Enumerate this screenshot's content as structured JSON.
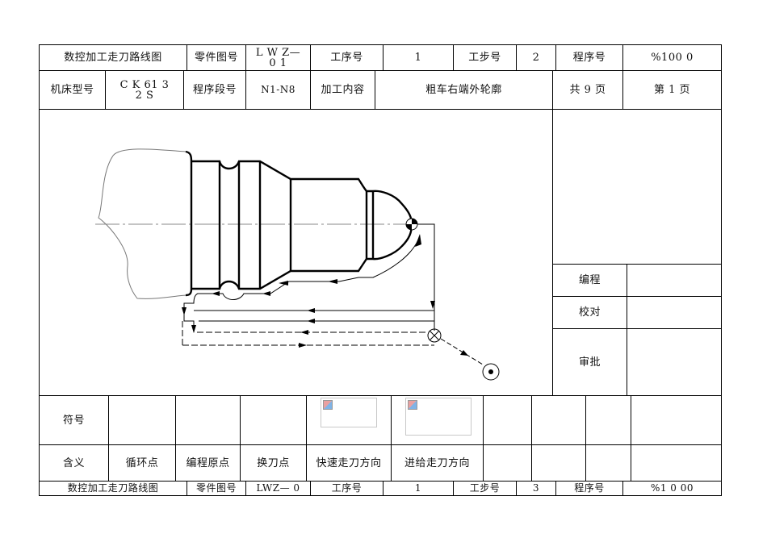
{
  "header_row1": {
    "route_map_label": "数控加工走刀路线图",
    "part_no_label": "零件图号",
    "part_no_value": "L W Z—\n0 1",
    "process_no_label": "工序号",
    "process_no_value": "1",
    "step_no_label": "工步号",
    "step_no_value": "2",
    "program_no_label": "程序号",
    "program_no_value": "%100 0"
  },
  "header_row2": {
    "machine_model_label": "机床型号",
    "machine_model_value": "C K 61 3\n2 S",
    "program_segment_label": "程序段号",
    "program_segment_value": "N1-N8",
    "content_label": "加工内容",
    "content_value": "粗车右端外轮廓",
    "total_pages": "共 9  页",
    "page_no": "第 1 页"
  },
  "side_panel": {
    "programming_label": "编程",
    "check_label": "校对",
    "approve_label": "审批"
  },
  "legend": {
    "symbol_label": "符号",
    "meaning_label": "含义",
    "meanings": [
      "循环点",
      "编程原点",
      "换刀点",
      "快速走刀方向",
      "进给走刀方向"
    ]
  },
  "footer_row": {
    "route_map_label": "数控加工走刀路线图",
    "part_no_label": "零件图号",
    "part_no_value": "LWZ— 0",
    "process_no_label": "工序号",
    "process_no_value": "1",
    "step_no_label": "工步号",
    "step_no_value": "3",
    "program_no_label": "程序号",
    "program_no_value": "%1 0 00"
  }
}
